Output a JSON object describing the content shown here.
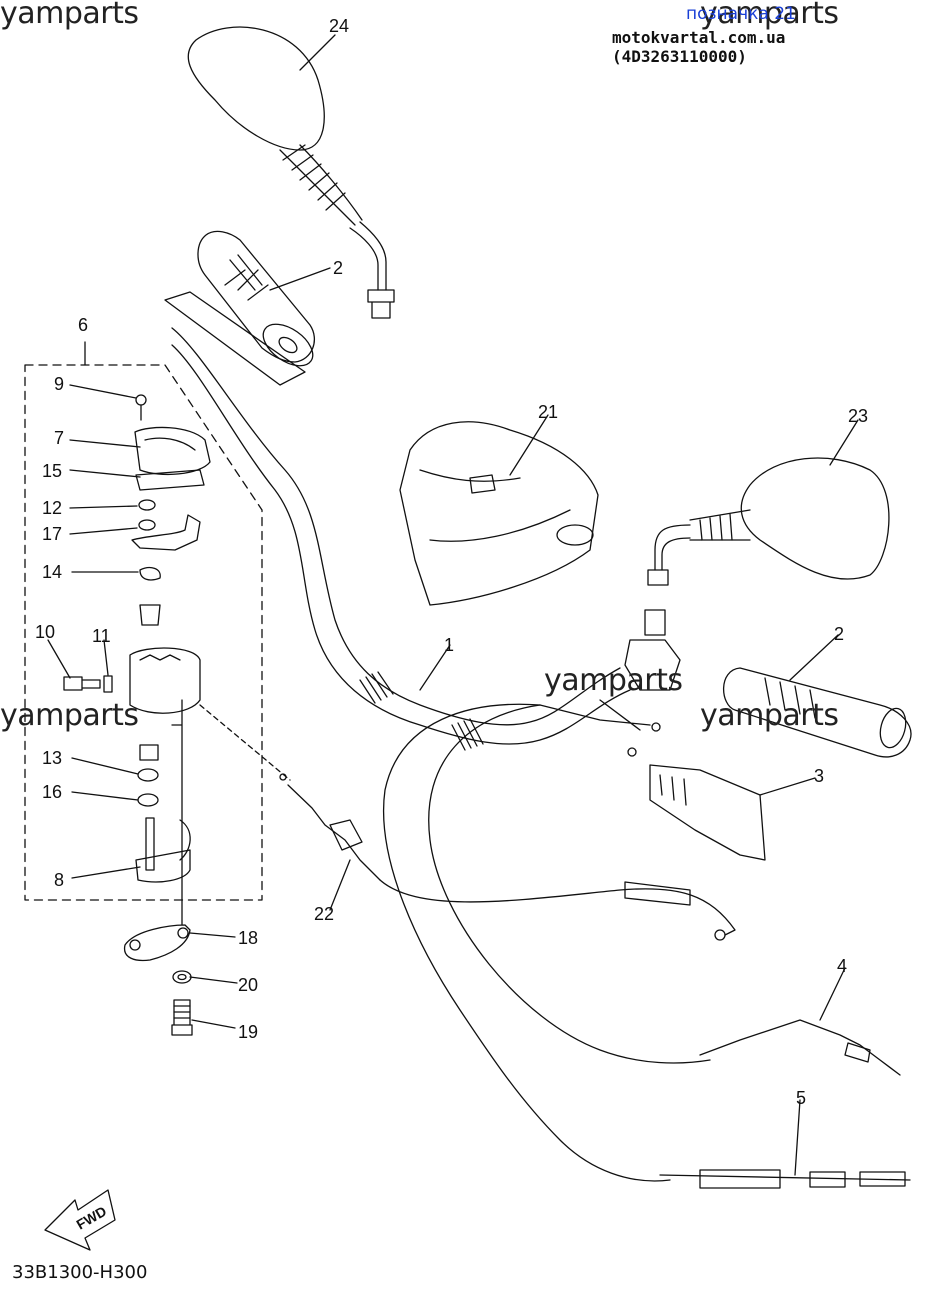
{
  "watermarks": [
    "yamparts",
    "yamparts",
    "yamparts",
    "yamparts",
    "yamparts"
  ],
  "header": {
    "link_text": "позначка 21",
    "source_text": "motokvartal.com.ua (4D3263110000)"
  },
  "footer": {
    "diagram_ref": "33B1300-H300"
  },
  "fwd_label": "FWD",
  "callouts": [
    "1",
    "2",
    "2",
    "3",
    "4",
    "5",
    "6",
    "7",
    "8",
    "9",
    "10",
    "11",
    "12",
    "13",
    "14",
    "15",
    "16",
    "17",
    "18",
    "19",
    "20",
    "21",
    "22",
    "23",
    "24"
  ],
  "colors": {
    "link": "#1a3fd6",
    "line": "#111111"
  }
}
